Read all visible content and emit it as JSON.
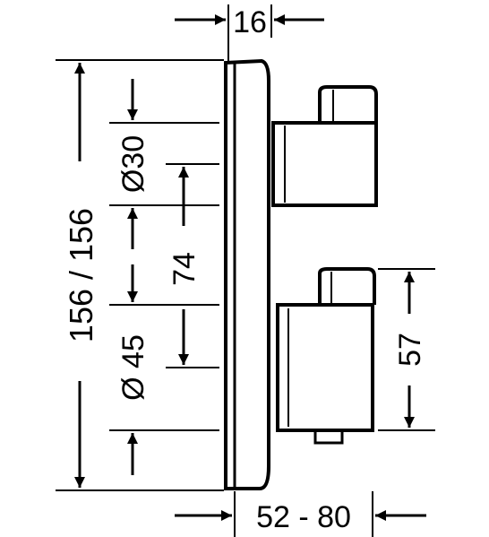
{
  "dimensions": {
    "top_width": "16",
    "total_height": "156 / 156",
    "diameter_upper": "Ø30",
    "spacing": "74",
    "diameter_lower": "Ø 45",
    "lower_knob_height": "57",
    "depth_range": "52 - 80"
  },
  "colors": {
    "line": "#000000",
    "background": "#ffffff"
  }
}
